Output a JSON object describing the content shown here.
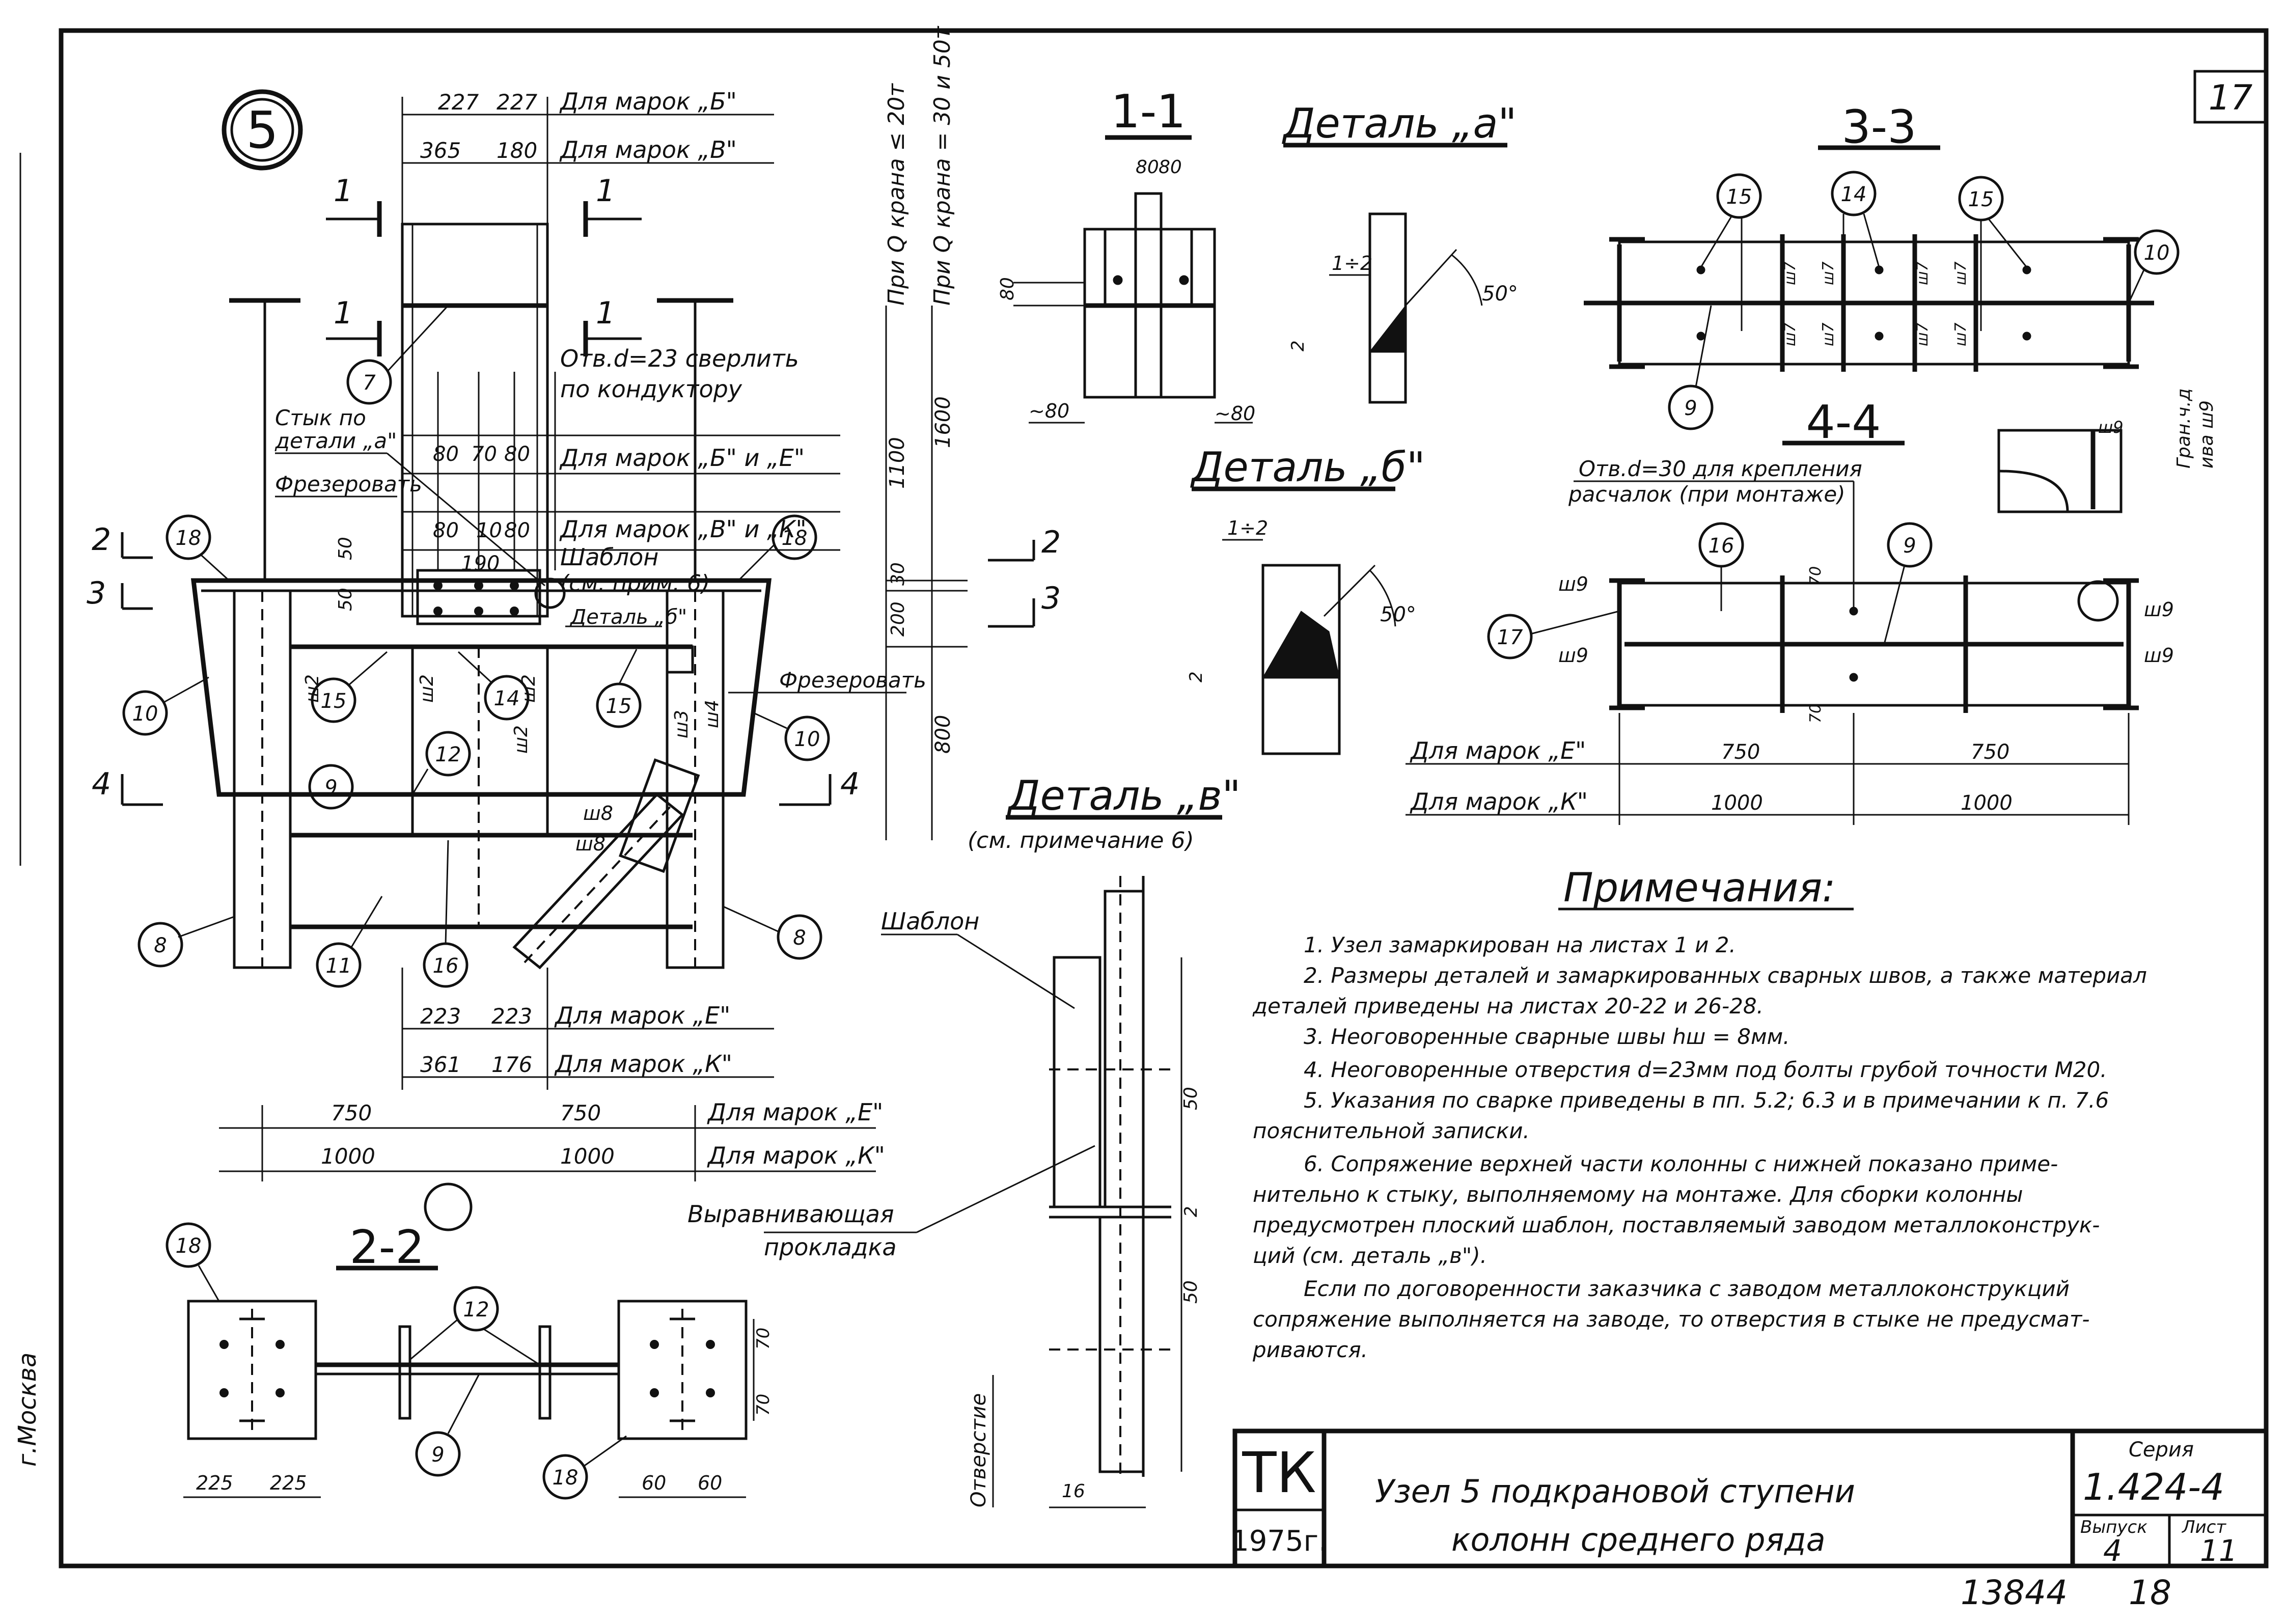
{
  "sheet": {
    "number": "17",
    "bottom_number": "13844",
    "bottom_sheet": "18",
    "edge_text_left_bottom": "г.Москва"
  },
  "node_mark": "5",
  "main_view": {
    "top_dims": {
      "row1": [
        "227",
        "227"
      ],
      "row1_label": "Для марок „Б\"",
      "row2": [
        "365",
        "180"
      ],
      "row2_label": "Для марок „В\""
    },
    "vertical_labels": [
      "При Q крана ≤ 20т",
      "При Q крана = 30 и 50т"
    ],
    "hole_note_1": "Отв.d=23 сверлить",
    "hole_note_2": "по кондуктору",
    "dims_bv": [
      "80",
      "70",
      "80"
    ],
    "dims_bv_label": "Для марок „Б\" и „Е\"",
    "dims_vk": [
      "80",
      "10",
      "190",
      "80"
    ],
    "dims_vk_label": "Для марок „В\" и „К\"",
    "template_note": [
      "Шаблон",
      "(см. прим. 6)"
    ],
    "joint_note": [
      "Стык по",
      "детали „а\""
    ],
    "mill_note": "Фрезеровать",
    "mill_note_2": "Фрезеровать",
    "detail_b_callout": "Деталь „б\"",
    "left_dims": [
      "50",
      "50"
    ],
    "right_dims": [
      "1100",
      "1600",
      "30",
      "200",
      "800"
    ],
    "weld_marks": [
      "ш2",
      "ш2",
      "ш2",
      "ш2",
      "ш3",
      "ш4",
      "ш8",
      "ш8"
    ],
    "callouts": [
      "7",
      "18",
      "18",
      "10",
      "10",
      "15",
      "15",
      "14",
      "9",
      "12",
      "11",
      "16",
      "8",
      "8"
    ],
    "section_marks": [
      "1",
      "1",
      "1",
      "1",
      "2",
      "2",
      "3",
      "3",
      "4",
      "4"
    ],
    "bottom_dims": {
      "row1": [
        "223",
        "223"
      ],
      "row1_label": "Для марок „Е\"",
      "row2": [
        "361",
        "176"
      ],
      "row2_label": "Для марок „К\"",
      "row3": [
        "750",
        "750"
      ],
      "row3_label": "Для марок „Е\"",
      "row4": [
        "1000",
        "1000"
      ],
      "row4_label": "Для марок „К\""
    }
  },
  "section_1_1": {
    "title": "1-1",
    "dims": [
      "80",
      "80",
      "80",
      "~80",
      "~80"
    ]
  },
  "detail_a": {
    "title": "Деталь „а\"",
    "gap": "1÷2",
    "angle": "50°",
    "side": "2"
  },
  "detail_b": {
    "title": "Деталь „б\"",
    "gap": "1÷2",
    "angle": "50°",
    "side": "2"
  },
  "detail_v": {
    "title": "Деталь „в\"",
    "subtitle": "(см. примечание 6)",
    "template": "Шаблон",
    "pad": [
      "Выравнивающая",
      "прокладка"
    ],
    "hole": "Отверстие",
    "dims": [
      "50",
      "2",
      "50",
      "16"
    ]
  },
  "section_3_3": {
    "title": "3-3",
    "callouts": [
      "15",
      "14",
      "15",
      "10",
      "9"
    ],
    "welds": [
      "ш7",
      "ш7",
      "ш7",
      "ш7",
      "ш7",
      "ш7",
      "ш7",
      "ш7"
    ]
  },
  "section_4_4": {
    "title": "4-4",
    "hole_note": [
      "Отв.d=30 для крепления",
      "расчалок (при монтаже)"
    ],
    "callouts": [
      "16",
      "9",
      "17"
    ],
    "welds": [
      "ш9",
      "ш9",
      "ш9",
      "ш9"
    ],
    "dims_v": [
      "70",
      "70"
    ],
    "row1_label": "Для марок „Е\"",
    "row1": [
      "750",
      "750"
    ],
    "row2_label": "Для марок „К\"",
    "row2": [
      "1000",
      "1000"
    ],
    "inset_weld": "ш9",
    "inset_note": [
      "Гран.ч.д",
      "ива ш9"
    ]
  },
  "section_2_2": {
    "title": "2-2",
    "callouts": [
      "18",
      "12",
      "9",
      "18"
    ],
    "dims": [
      "225",
      "225",
      "60",
      "60",
      "70",
      "70"
    ]
  },
  "notes": {
    "title": "Примечания:",
    "items": [
      "1.  Узел замаркирован на листах 1 и 2.",
      "2.  Размеры деталей и замаркированных сварных швов, а также материал",
      "деталей   приведены   на листах  20-22 и 26-28.",
      "3.  Неоговоренные  сварные  швы  hш = 8мм.",
      "4.  Неоговоренные  отверстия  d=23мм  под  болты грубой  точности М20.",
      "5.  Указания   по сварке   приведены  в пп. 5.2; 6.3 и в примечании к п. 7.6",
      "пояснительной  записки.",
      "6.  Сопряжение  верхней  части  колонны  с нижней  показано  приме-",
      "нительно   к  стыку,  выполняемому   на  монтаже.  Для  сборки  колонны",
      "предусмотрен  плоский  шаблон,  поставляемый  заводом  металлоконструк-",
      "ций  (см. деталь  „в\").",
      "Если  по  договоренности  заказчика  с заводом  металлоконструкций",
      "сопряжение   выполняется    на заводе, то  отверстия  в стыке  не  предусмат-",
      "риваются."
    ]
  },
  "title_block": {
    "org": "ТК",
    "year": "1975г.",
    "title_line1": "Узел  5  подкрановой  ступени",
    "title_line2": "колонн     среднего   ряда",
    "series_label": "Серия",
    "series": "1.424-4",
    "issue_label": "Выпуск",
    "issue": "4",
    "sheet_label": "Лист",
    "sheet": "11"
  }
}
